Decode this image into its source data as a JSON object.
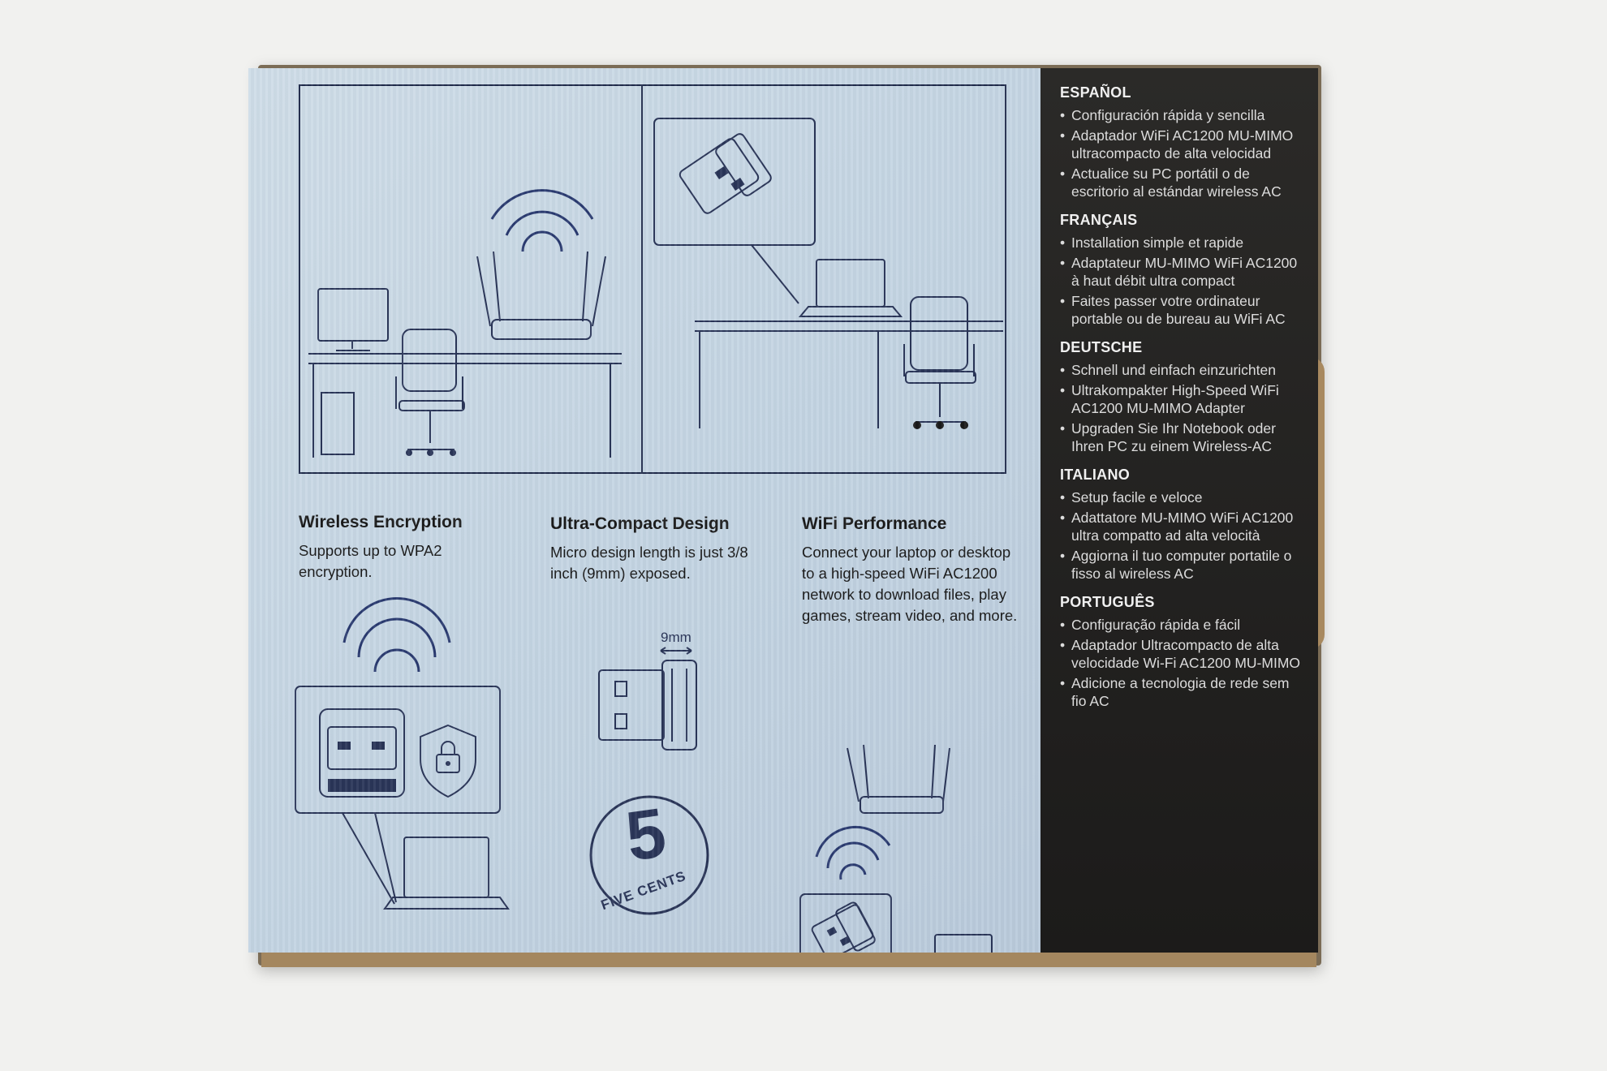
{
  "features": [
    {
      "title": "Wireless Encryption",
      "body": "Supports up to WPA2 encryption."
    },
    {
      "title": "Ultra-Compact Design",
      "body": "Micro design length is just 3/8 inch (9mm) exposed."
    },
    {
      "title": "WiFi Performance",
      "body": "Connect your laptop or desktop to a high-speed WiFi AC1200 network to download files, play games, stream video, and more."
    }
  ],
  "dimension_label": "9mm",
  "coin": {
    "number": "5",
    "text": "FIVE CENTS"
  },
  "languages": [
    {
      "name": "ESPAÑOL",
      "items": [
        "Configuración rápida y sencilla",
        "Adaptador WiFi AC1200 MU-MIMO ultracompacto de alta velocidad",
        "Actualice su PC portátil o de escritorio al estándar wireless AC"
      ]
    },
    {
      "name": "FRANÇAIS",
      "items": [
        "Installation simple et rapide",
        "Adaptateur MU-MIMO WiFi AC1200 à haut débit ultra compact",
        "Faites passer votre ordinateur portable ou de bureau au WiFi AC"
      ]
    },
    {
      "name": "DEUTSCHE",
      "items": [
        "Schnell und einfach einzurichten",
        "Ultrakompakter High-Speed WiFi AC1200 MU-MIMO Adapter",
        "Upgraden Sie Ihr Notebook oder Ihren PC zu einem Wireless-AC"
      ]
    },
    {
      "name": "ITALIANO",
      "items": [
        "Setup facile e veloce",
        "Adattatore MU-MIMO WiFi AC1200 ultra compatto ad alta velocità",
        "Aggiorna il tuo computer portatile o fisso al wireless AC"
      ]
    },
    {
      "name": "PORTUGUÊS",
      "items": [
        "Configuração rápida e fácil",
        "Adaptador Ultracompacto de alta velocidade Wi-Fi AC1200 MU-MIMO",
        "Adicione a tecnologia de rede sem fio AC"
      ]
    }
  ],
  "colors": {
    "line_art": "#2a3558",
    "panel_light": "#c8d8e6",
    "panel_dark": "#1e1d1c"
  }
}
